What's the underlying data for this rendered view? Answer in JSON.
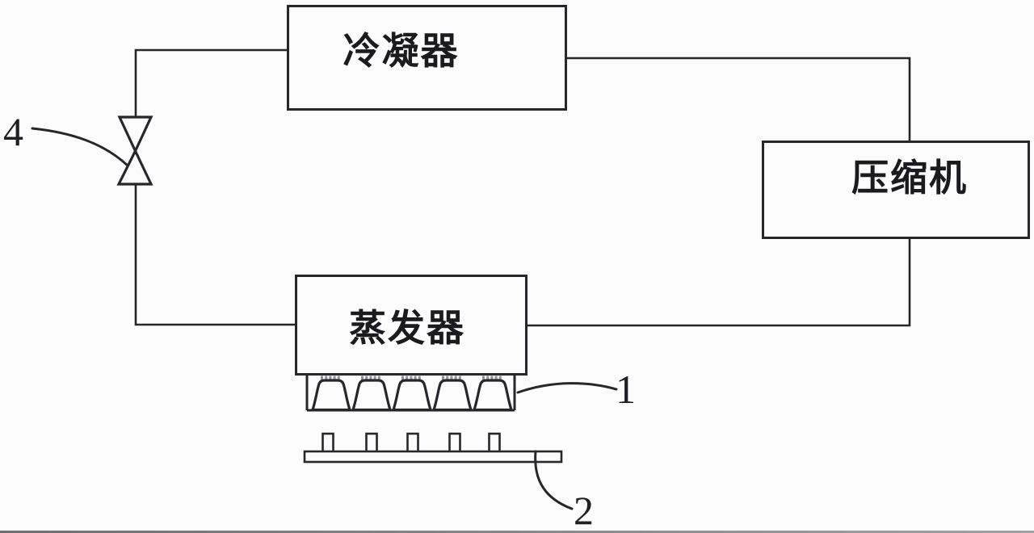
{
  "figure": {
    "background_color": "#fcfcfd",
    "line_color": "#26262b",
    "boxes": {
      "condenser": {
        "label": "冷凝器"
      },
      "compressor": {
        "label": "压缩机"
      },
      "evaporator": {
        "label": "蒸发器"
      }
    },
    "callouts": {
      "valve": "4",
      "cups": "1",
      "plate": "2"
    }
  }
}
